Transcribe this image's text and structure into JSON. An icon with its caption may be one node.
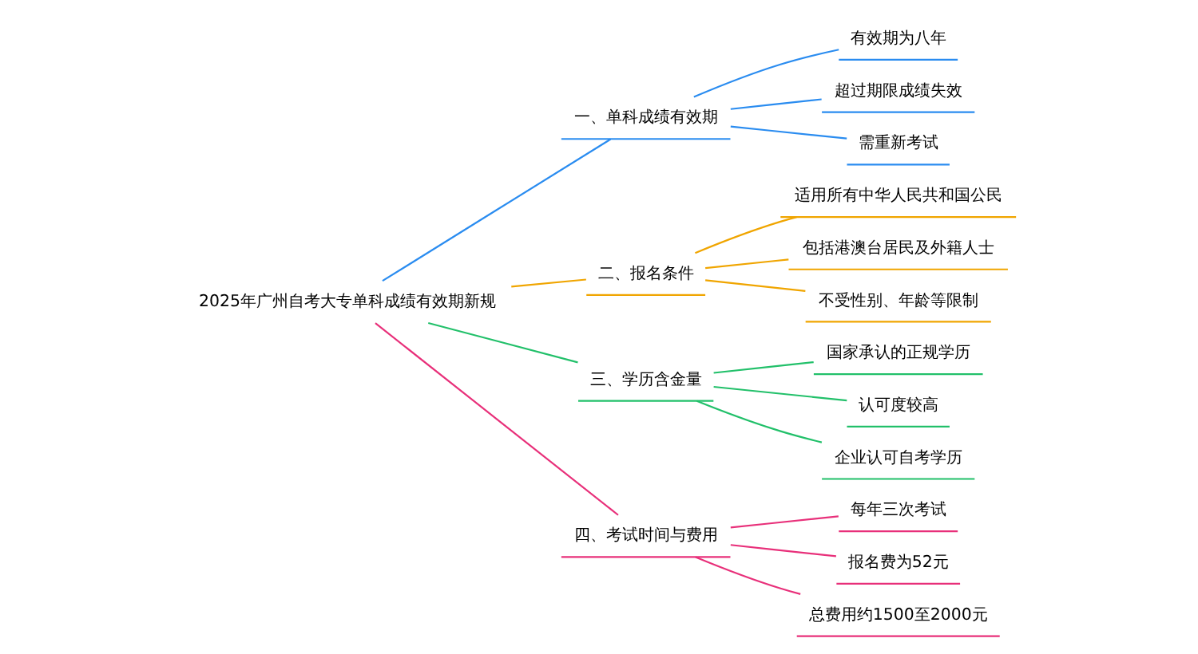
{
  "diagram": {
    "nodes": [
      {
        "text": [
          "2025年广州自考大专单科成绩有效期新规"
        ]
      },
      {
        "text": [
          "一、单科成绩有效期"
        ]
      },
      {
        "text": [
          "有效期为八年"
        ]
      },
      {
        "text": [
          "超过期限成绩失效"
        ]
      },
      {
        "text": [
          "需重新考试"
        ]
      },
      {
        "text": [
          "二、报名条件"
        ]
      },
      {
        "text": [
          "适用所有中华人民共和国公民"
        ]
      },
      {
        "text": [
          "包括港澳台居民及外籍人士"
        ]
      },
      {
        "text": [
          "不受性别、年龄等限制"
        ]
      },
      {
        "text": [
          "三、学历含金量"
        ]
      },
      {
        "text": [
          "国家承认的正规学历"
        ]
      },
      {
        "text": [
          "认可度较高"
        ]
      },
      {
        "text": [
          "企业认可自考学历"
        ]
      },
      {
        "text": [
          "四、考试时间与费用"
        ]
      },
      {
        "text": [
          "每年三次考试"
        ]
      },
      {
        "text": [
          "报名费为52元"
        ]
      },
      {
        "text": [
          "总费用约1500至2000元"
        ]
      }
    ],
    "edges": [
      {
        "from": 0,
        "to": 1,
        "arrow": "none",
        "color": "#2a8cf0"
      },
      {
        "from": 1,
        "to": 2,
        "arrow": "none",
        "color": "#2a8cf0"
      },
      {
        "from": 1,
        "to": 3,
        "arrow": "none",
        "color": "#2a8cf0"
      },
      {
        "from": 1,
        "to": 4,
        "arrow": "none",
        "color": "#2a8cf0"
      },
      {
        "from": 0,
        "to": 5,
        "arrow": "none",
        "color": "#f0a500"
      },
      {
        "from": 5,
        "to": 6,
        "arrow": "none",
        "color": "#f0a500"
      },
      {
        "from": 5,
        "to": 7,
        "arrow": "none",
        "color": "#f0a500"
      },
      {
        "from": 5,
        "to": 8,
        "arrow": "none",
        "color": "#f0a500"
      },
      {
        "from": 0,
        "to": 9,
        "arrow": "none",
        "color": "#22c06a"
      },
      {
        "from": 9,
        "to": 10,
        "arrow": "none",
        "color": "#22c06a"
      },
      {
        "from": 9,
        "to": 11,
        "arrow": "none",
        "color": "#22c06a"
      },
      {
        "from": 9,
        "to": 12,
        "arrow": "none",
        "color": "#22c06a"
      },
      {
        "from": 0,
        "to": 13,
        "arrow": "none",
        "color": "#e8307a"
      },
      {
        "from": 13,
        "to": 14,
        "arrow": "none",
        "color": "#e8307a"
      },
      {
        "from": 13,
        "to": 15,
        "arrow": "none",
        "color": "#e8307a"
      },
      {
        "from": 13,
        "to": 16,
        "arrow": "none",
        "color": "#e8307a"
      }
    ]
  }
}
